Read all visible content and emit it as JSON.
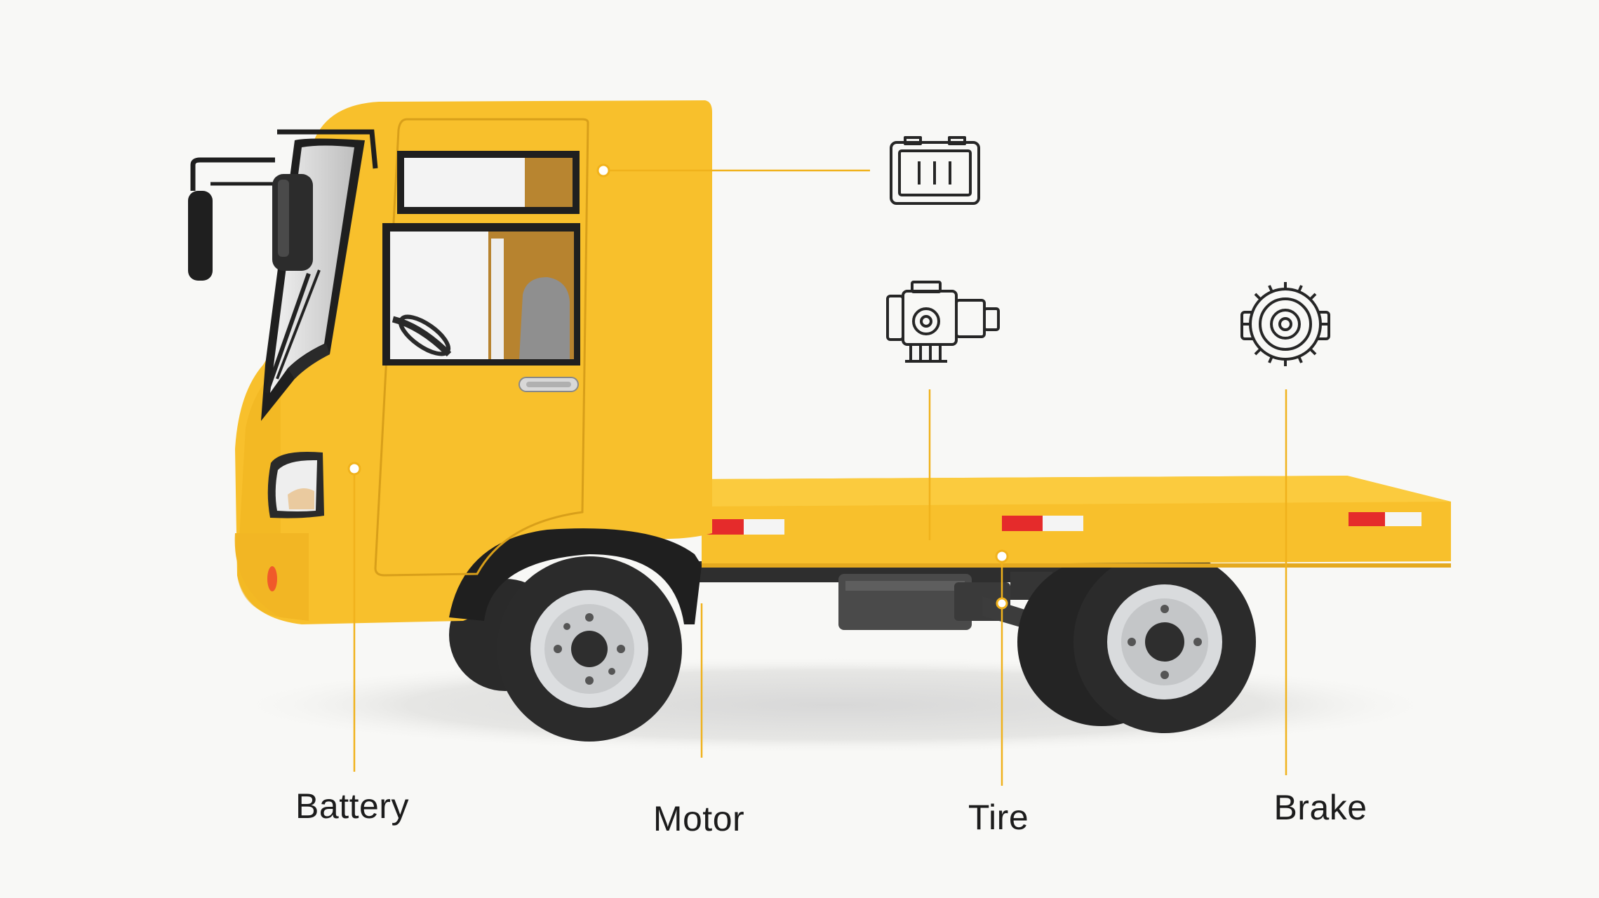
{
  "labels": {
    "battery": "Battery",
    "motor": "Motor",
    "tire": "Tire",
    "brake": "Brake"
  },
  "icons": {
    "battery": "battery-icon",
    "motor": "motor-icon",
    "brake": "brake-disc-icon"
  },
  "colors": {
    "truck_body": "#f8c02c",
    "leader_line": "#f0b21c",
    "tire": "#2b2b2b",
    "rim": "#d9dbdd",
    "background": "#f8f8f6"
  }
}
